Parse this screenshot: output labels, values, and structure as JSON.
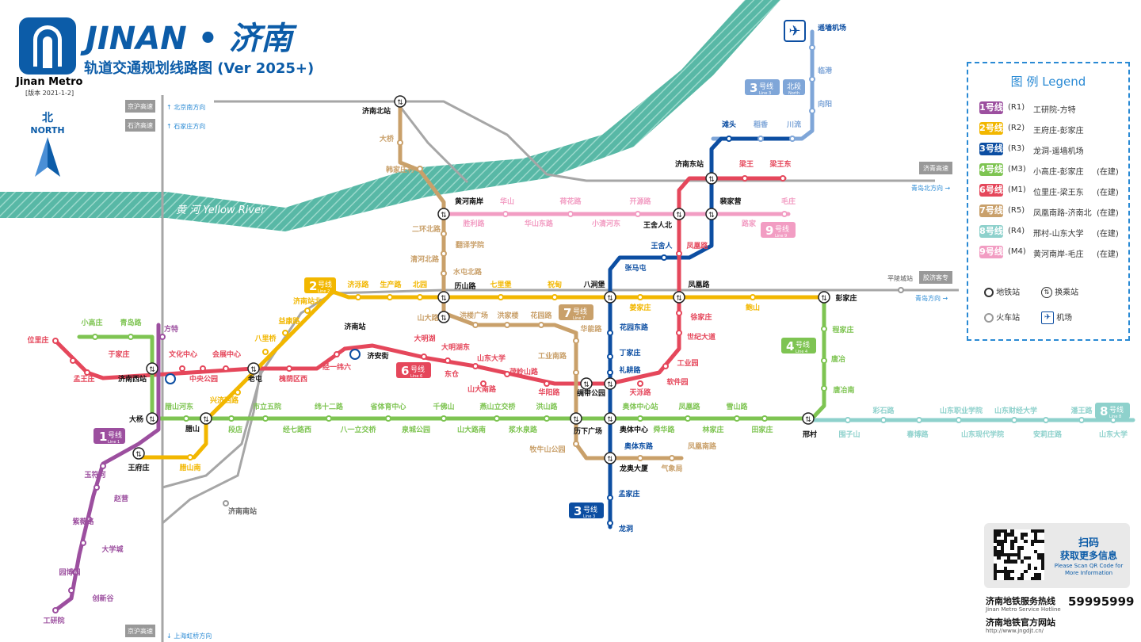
{
  "header": {
    "title": "JINAN • 济南",
    "subtitle": "轨道交通规划线路图 (Ver 2025+)",
    "brand_en": "Jinan Metro",
    "version": "[版本 2021-1-2]"
  },
  "north": {
    "zh": "北",
    "en": "NORTH"
  },
  "river": {
    "zh": "黄 河",
    "en": "Yellow River"
  },
  "legend": {
    "title": "图 例  Legend",
    "rows": [
      {
        "badge": "1号线",
        "code": "(R1)",
        "route": "工研院-方特",
        "status": "",
        "color": "#9c4f9f"
      },
      {
        "badge": "2号线",
        "code": "(R2)",
        "route": "王府庄-彭家庄",
        "status": "",
        "color": "#f2b700"
      },
      {
        "badge": "3号线",
        "code": "(R3)",
        "route": "龙洞-遥墙机场",
        "status": "",
        "color": "#0c4ea2"
      },
      {
        "badge": "4号线",
        "code": "(M3)",
        "route": "小高庄-彭家庄",
        "status": "(在建)",
        "color": "#7ec452"
      },
      {
        "badge": "6号线",
        "code": "(M1)",
        "route": "位里庄-梁王东",
        "status": "(在建)",
        "color": "#e5475b"
      },
      {
        "badge": "7号线",
        "code": "(R5)",
        "route": "凤凰南路-济南北",
        "status": "(在建)",
        "color": "#c9a06a"
      },
      {
        "badge": "8号线",
        "code": "(R4)",
        "route": "邢村-山东大学",
        "status": "(在建)",
        "color": "#8ed1cc"
      },
      {
        "badge": "9号线",
        "code": "(M4)",
        "route": "黄河南岸-毛庄",
        "status": "(在建)",
        "color": "#f29dc3"
      }
    ],
    "icons": {
      "metro_station": "地铁站",
      "transfer_station": "换乘站",
      "train_station": "火车站",
      "airport": "机场"
    }
  },
  "qr": {
    "title": "扫码",
    "subtitle": "获取更多信息",
    "note": "Please Scan QR Code for More Information"
  },
  "contact": {
    "hotline_zh": "济南地铁服务热线",
    "hotline_en": "Jinan Metro Service Hotline",
    "hotline_number": "59995999",
    "website_zh": "济南地铁官方网站",
    "website_url": "http://www.jngdjt.cn/"
  },
  "rails": {
    "jinghu": "京沪高速",
    "shitai": "石济高速",
    "jiqing": "济青高速",
    "jiaoji": "胶济客专",
    "pingxuan": "平陵城站",
    "dir_beijing": "北京南方向",
    "dir_shijiazhuang": "石家庄方向",
    "dir_qingdao_1": "青岛北方向",
    "dir_qingdao_2": "青岛方向",
    "dir_shanghai": "上海虹桥方向",
    "jinghu_bottom": "京沪高速"
  },
  "line_badges": {
    "l1": {
      "num": "1",
      "zh": "号线",
      "en": "Line 1"
    },
    "l2": {
      "num": "2",
      "zh": "号线",
      "en": "Line 2"
    },
    "l3n": {
      "num": "3",
      "zh": "号线",
      "en": "Line 3",
      "extra": "北段",
      "extra_en": "North"
    },
    "l3": {
      "num": "3",
      "zh": "号线",
      "en": "Line 3"
    },
    "l4": {
      "num": "4",
      "zh": "号线",
      "en": "Line 4"
    },
    "l6": {
      "num": "6",
      "zh": "号线",
      "en": "Line 6"
    },
    "l7": {
      "num": "7",
      "zh": "号线",
      "en": "Line 7"
    },
    "l8": {
      "num": "8",
      "zh": "号线",
      "en": "Line 8"
    },
    "l9": {
      "num": "9",
      "zh": "号线",
      "en": "Line 9"
    }
  },
  "stations": [
    {
      "id": "s-yaoqiang",
      "name": "遥墙机场",
      "color": "#0c4ea2"
    },
    {
      "id": "s-lingang",
      "name": "临港",
      "color": "#7fa6d8"
    },
    {
      "id": "s-xiangyang",
      "name": "向阳",
      "color": "#7fa6d8"
    },
    {
      "id": "s-tantou",
      "name": "滩头",
      "color": "#0c4ea2"
    },
    {
      "id": "s-daoxiang",
      "name": "稻香",
      "color": "#7fa6d8"
    },
    {
      "id": "s-chuanliu",
      "name": "川流",
      "color": "#7fa6d8"
    },
    {
      "id": "s-jinanbei",
      "name": "济南北站",
      "color": "#111"
    },
    {
      "id": "s-daqiao",
      "name": "大桥",
      "color": "#c9a06a"
    },
    {
      "id": "s-hanjiazhuang",
      "name": "韩家庄村",
      "color": "#c9a06a"
    },
    {
      "id": "s-jinandong",
      "name": "济南东站",
      "color": "#111"
    },
    {
      "id": "s-liangwang",
      "name": "梁王",
      "color": "#e5475b"
    },
    {
      "id": "s-liangwangdong",
      "name": "梁王东",
      "color": "#e5475b"
    },
    {
      "id": "s-huanghenanan",
      "name": "黄河南岸",
      "color": "#111"
    },
    {
      "id": "s-huashan",
      "name": "华山",
      "color": "#f29dc3"
    },
    {
      "id": "s-hehualu",
      "name": "荷花路",
      "color": "#f29dc3"
    },
    {
      "id": "s-kaiyuanlu",
      "name": "开源路",
      "color": "#f29dc3"
    },
    {
      "id": "s-peijiaying",
      "name": "裴家营",
      "color": "#111"
    },
    {
      "id": "s-maozhuang",
      "name": "毛庄",
      "color": "#f29dc3"
    },
    {
      "id": "s-shenglilu",
      "name": "胜利路",
      "color": "#f29dc3"
    },
    {
      "id": "s-huashandong",
      "name": "华山东路",
      "color": "#f29dc3"
    },
    {
      "id": "s-xiaoqinghedong",
      "name": "小清河东",
      "color": "#f29dc3"
    },
    {
      "id": "s-wangsherenbei",
      "name": "王舍人北",
      "color": "#111"
    },
    {
      "id": "s-lujia",
      "name": "路家",
      "color": "#f29dc3"
    },
    {
      "id": "s-erhuanbeilu",
      "name": "二环北路",
      "color": "#c9a06a"
    },
    {
      "id": "s-fanyixueyuan",
      "name": "翻译学院",
      "color": "#c9a06a"
    },
    {
      "id": "s-qinghebeilu",
      "name": "清河北路",
      "color": "#c9a06a"
    },
    {
      "id": "s-shuitunbeilu",
      "name": "水屯北路",
      "color": "#c9a06a"
    },
    {
      "id": "s-wangsheren",
      "name": "王舍人",
      "color": "#0c4ea2"
    },
    {
      "id": "s-fenghuanglu-n",
      "name": "凤凰路",
      "color": "#e5475b"
    },
    {
      "id": "s-zhangmatun",
      "name": "张马屯",
      "color": "#0c4ea2"
    },
    {
      "id": "s-jiluozhan",
      "name": "济泺路",
      "color": "#f2b700"
    },
    {
      "id": "s-shengchanlu",
      "name": "生产路",
      "color": "#f2b700"
    },
    {
      "id": "s-beiyuan",
      "name": "北园",
      "color": "#f2b700"
    },
    {
      "id": "s-lishanlu",
      "name": "历山路",
      "color": "#111"
    },
    {
      "id": "s-qilibao",
      "name": "七里堡",
      "color": "#f2b700"
    },
    {
      "id": "s-zhudian",
      "name": "祝甸",
      "color": "#f2b700"
    },
    {
      "id": "s-bajianbao",
      "name": "八涧堡",
      "color": "#111"
    },
    {
      "id": "s-fenghuanglu",
      "name": "凤凰路",
      "color": "#111"
    },
    {
      "id": "s-pengjiazhuang",
      "name": "彭家庄",
      "color": "#111"
    },
    {
      "id": "s-jinanzhanbei",
      "name": "济南站北",
      "color": "#f2b700"
    },
    {
      "id": "s-yikanglu",
      "name": "益康路",
      "color": "#f2b700"
    },
    {
      "id": "s-balqiao",
      "name": "八里桥",
      "color": "#f2b700"
    },
    {
      "id": "s-jinanzhan",
      "name": "济南站",
      "color": "#111"
    },
    {
      "id": "s-shandalu",
      "name": "山大路",
      "color": "#c9a06a"
    },
    {
      "id": "s-honglouguangchang",
      "name": "洪楼广场",
      "color": "#c9a06a"
    },
    {
      "id": "s-hongjialou",
      "name": "洪家楼",
      "color": "#c9a06a"
    },
    {
      "id": "s-huayuanlu",
      "name": "花园路",
      "color": "#c9a06a"
    },
    {
      "id": "s-huanenglu",
      "name": "华能路",
      "color": "#c9a06a"
    },
    {
      "id": "s-gongyenanlu",
      "name": "工业南路",
      "color": "#c9a06a"
    },
    {
      "id": "s-jiangzhuang",
      "name": "姜家庄",
      "color": "#f2b700"
    },
    {
      "id": "s-baoshan",
      "name": "鲍山",
      "color": "#f2b700"
    },
    {
      "id": "s-chengjiazhuang",
      "name": "程家庄",
      "color": "#7ec452"
    },
    {
      "id": "s-tangye",
      "name": "唐冶",
      "color": "#7ec452"
    },
    {
      "id": "s-tangyexi",
      "name": "唐冶南",
      "color": "#7ec452"
    },
    {
      "id": "s-xiaogaozhuang",
      "name": "小高庄",
      "color": "#7ec452"
    },
    {
      "id": "s-qingdaolu",
      "name": "青岛路",
      "color": "#7ec452"
    },
    {
      "id": "s-fangte",
      "name": "方特",
      "color": "#9c4f9f"
    },
    {
      "id": "s-weilizhuang",
      "name": "位里庄",
      "color": "#e5475b"
    },
    {
      "id": "s-yujiazhuang",
      "name": "于家庄",
      "color": "#e5475b"
    },
    {
      "id": "s-mengwangzhuang",
      "name": "孟王庄",
      "color": "#e5475b"
    },
    {
      "id": "s-jinanxi",
      "name": "济南西站",
      "color": "#111"
    },
    {
      "id": "s-wenhuazhongxin",
      "name": "文化中心",
      "color": "#e5475b"
    },
    {
      "id": "s-zhongyanggongyuan",
      "name": "中央公园",
      "color": "#e5475b"
    },
    {
      "id": "s-huizhanzhongxin",
      "name": "会展中心",
      "color": "#e5475b"
    },
    {
      "id": "s-laotun",
      "name": "老屯",
      "color": "#111"
    },
    {
      "id": "s-shizhongqu",
      "name": "槐荫区西",
      "color": "#e5475b"
    },
    {
      "id": "s-jingyiweiliu",
      "name": "经一纬六",
      "color": "#e5475b"
    },
    {
      "id": "s-jianjie",
      "name": "济安街",
      "color": "#111"
    },
    {
      "id": "s-daminghu",
      "name": "大明湖",
      "color": "#e5475b"
    },
    {
      "id": "s-daminghudong",
      "name": "大明湖东",
      "color": "#e5475b"
    },
    {
      "id": "s-shandongdaxue",
      "name": "山东大学",
      "color": "#e5475b"
    },
    {
      "id": "s-dongcang",
      "name": "东仓",
      "color": "#e5475b"
    },
    {
      "id": "s-maolingshanlu",
      "name": "茂岭山路",
      "color": "#e5475b"
    },
    {
      "id": "s-shandananlu",
      "name": "山大南路",
      "color": "#e5475b"
    },
    {
      "id": "s-huayanglu",
      "name": "华阳路",
      "color": "#e5475b"
    },
    {
      "id": "s-chaodaigongyuan",
      "name": "绸带公园",
      "color": "#111"
    },
    {
      "id": "s-tianlulu",
      "name": "天泺路",
      "color": "#e5475b"
    },
    {
      "id": "s-ruanjianyuan",
      "name": "软件园",
      "color": "#e5475b"
    },
    {
      "id": "s-gongyeyuan",
      "name": "工业园",
      "color": "#e5475b"
    },
    {
      "id": "s-shijidadao",
      "name": "世纪大道",
      "color": "#e5475b"
    },
    {
      "id": "s-xujiazhuang",
      "name": "徐家庄",
      "color": "#e5475b"
    },
    {
      "id": "s-huayuanzhuanglu",
      "name": "花园东路",
      "color": "#0c4ea2"
    },
    {
      "id": "s-dingjiazhuang",
      "name": "丁家庄",
      "color": "#0c4ea2"
    },
    {
      "id": "s-ligenglu",
      "name": "礼耕路",
      "color": "#0c4ea2"
    },
    {
      "id": "s-dayang",
      "name": "大杨",
      "color": "#111"
    },
    {
      "id": "s-lashanhedong",
      "name": "腊山河东",
      "color": "#7ec452"
    },
    {
      "id": "s-lashan",
      "name": "腊山",
      "color": "#111"
    },
    {
      "id": "s-yuhuanxilu",
      "name": "兴济西路",
      "color": "#f2b700"
    },
    {
      "id": "s-shiliwuyuan",
      "name": "市立五院",
      "color": "#7ec452"
    },
    {
      "id": "s-weishierlu",
      "name": "纬十二路",
      "color": "#7ec452"
    },
    {
      "id": "s-shengtiyuzhongxin",
      "name": "省体育中心",
      "color": "#7ec452"
    },
    {
      "id": "s-qianfoshan",
      "name": "千佛山",
      "color": "#7ec452"
    },
    {
      "id": "s-yanshanlijiao",
      "name": "燕山立交桥",
      "color": "#7ec452"
    },
    {
      "id": "s-hongshan",
      "name": "洪山路",
      "color": "#7ec452"
    },
    {
      "id": "s-duandian",
      "name": "段店",
      "color": "#7ec452"
    },
    {
      "id": "s-jingqiluxi",
      "name": "经七路西",
      "color": "#7ec452"
    },
    {
      "id": "s-bayilijiao",
      "name": "八一立交桥",
      "color": "#7ec452"
    },
    {
      "id": "s-quanchenggongyuan",
      "name": "泉城公园",
      "color": "#7ec452"
    },
    {
      "id": "s-shandalulu",
      "name": "山大路南",
      "color": "#7ec452"
    },
    {
      "id": "s-jiangshuiquan",
      "name": "浆水泉路",
      "color": "#7ec452"
    },
    {
      "id": "s-lixiaguangchang",
      "name": "历下广场",
      "color": "#111"
    },
    {
      "id": "s-aotizhongxin",
      "name": "奥体中心",
      "color": "#111"
    },
    {
      "id": "s-wuhualu",
      "name": "舜华路",
      "color": "#7ec452"
    },
    {
      "id": "s-fenghuanglu-e",
      "name": "凤凰路",
      "color": "#7ec452"
    },
    {
      "id": "s-linjiazhuang",
      "name": "林家庄",
      "color": "#7ec452"
    },
    {
      "id": "s-xueshanlu",
      "name": "雪山路",
      "color": "#7ec452"
    },
    {
      "id": "s-tianjiazhuang",
      "name": "田家庄",
      "color": "#7ec452"
    },
    {
      "id": "s-xingcun",
      "name": "邢村",
      "color": "#111"
    },
    {
      "id": "s-aotizhongxinzhan",
      "name": "奥体中心站",
      "color": "#7ec452"
    },
    {
      "id": "s-aotidonglu",
      "name": "奥体东路",
      "color": "#0c4ea2"
    },
    {
      "id": "s-fenghuangnanlu",
      "name": "凤凰南路",
      "color": "#c9a06a"
    },
    {
      "id": "s-longaodasha",
      "name": "龙奥大厦",
      "color": "#111"
    },
    {
      "id": "s-qixiangju",
      "name": "气象局",
      "color": "#c9a06a"
    },
    {
      "id": "s-mengjiazhuang",
      "name": "孟家庄",
      "color": "#0c4ea2"
    },
    {
      "id": "s-longdong",
      "name": "龙洞",
      "color": "#0c4ea2"
    },
    {
      "id": "s-muniushan",
      "name": "牧牛山公园",
      "color": "#c9a06a"
    },
    {
      "id": "s-wangfuzhuang",
      "name": "王府庄",
      "color": "#111"
    },
    {
      "id": "s-lashannan",
      "name": "腊山南",
      "color": "#f2b700"
    },
    {
      "id": "s-yufuhe",
      "name": "玉符河",
      "color": "#9c4f9f"
    },
    {
      "id": "s-zhaoying",
      "name": "赵营",
      "color": "#9c4f9f"
    },
    {
      "id": "s-ziweilu",
      "name": "紫薇路",
      "color": "#9c4f9f"
    },
    {
      "id": "s-daxuecheng",
      "name": "大学城",
      "color": "#9c4f9f"
    },
    {
      "id": "s-yuanbotuan",
      "name": "园博园",
      "color": "#9c4f9f"
    },
    {
      "id": "s-chuangxingu",
      "name": "创新谷",
      "color": "#9c4f9f"
    },
    {
      "id": "s-gongyanyuan",
      "name": "工研院",
      "color": "#9c4f9f"
    },
    {
      "id": "s-caitinglu",
      "name": "彩石路",
      "color": "#8ed1cc"
    },
    {
      "id": "s-shandongzhiye",
      "name": "山东职业学院",
      "color": "#8ed1cc"
    },
    {
      "id": "s-shandongcaijing",
      "name": "山东财经大学",
      "color": "#8ed1cc"
    },
    {
      "id": "s-panwangzhuang",
      "name": "潘王路",
      "color": "#8ed1cc"
    },
    {
      "id": "s-weiziyuan",
      "name": "围子山",
      "color": "#8ed1cc"
    },
    {
      "id": "s-chunbolu",
      "name": "春博路",
      "color": "#8ed1cc"
    },
    {
      "id": "s-shandongxiandai",
      "name": "山东现代学院",
      "color": "#8ed1cc"
    },
    {
      "id": "s-anhuazhuang",
      "name": "安莉庄路",
      "color": "#8ed1cc"
    },
    {
      "id": "s-shandongdaxue-e",
      "name": "山东大学",
      "color": "#8ed1cc"
    },
    {
      "id": "s-jinannanzhan",
      "name": "济南南站",
      "color": "#666"
    }
  ]
}
